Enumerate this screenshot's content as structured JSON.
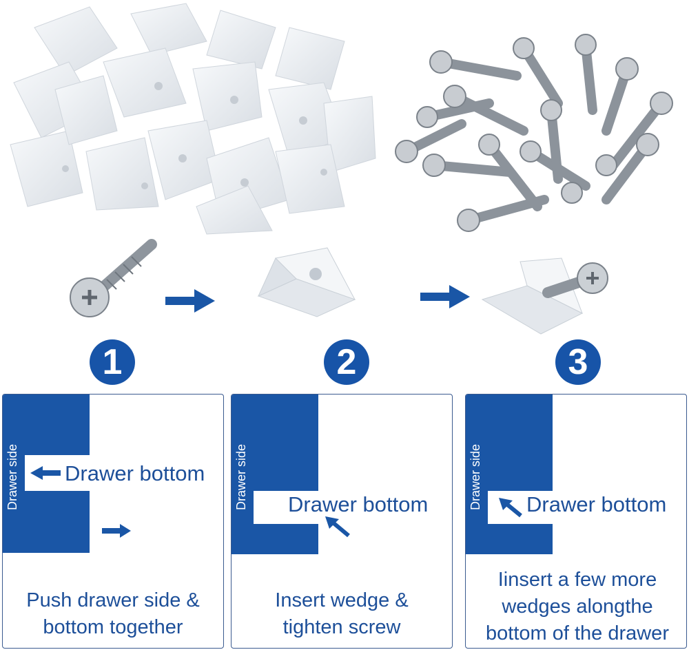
{
  "steps": [
    {
      "number": "1",
      "side_label": "Drawer side",
      "bottom_label": "Drawer bottom",
      "caption": "Push drawer side & bottom together"
    },
    {
      "number": "2",
      "side_label": "Drawer side",
      "bottom_label": "Drawer bottom",
      "caption": "Insert wedge & tighten screw"
    },
    {
      "number": "3",
      "side_label": "Drawer side",
      "bottom_label": "Drawer bottom",
      "caption": "Iinsert a few more wedges alongthe bottom of the drawer"
    }
  ],
  "colors": {
    "accent": "#1a56a6",
    "text": "#1d4f99",
    "wedge": "#eef1f4",
    "screw": "#9aa0a8"
  },
  "icons": [
    "wedge-pile-photo",
    "screw-pile-photo",
    "screw-photo",
    "wedge-photo",
    "wedge-with-screw-photo",
    "arrow-right-icon"
  ]
}
